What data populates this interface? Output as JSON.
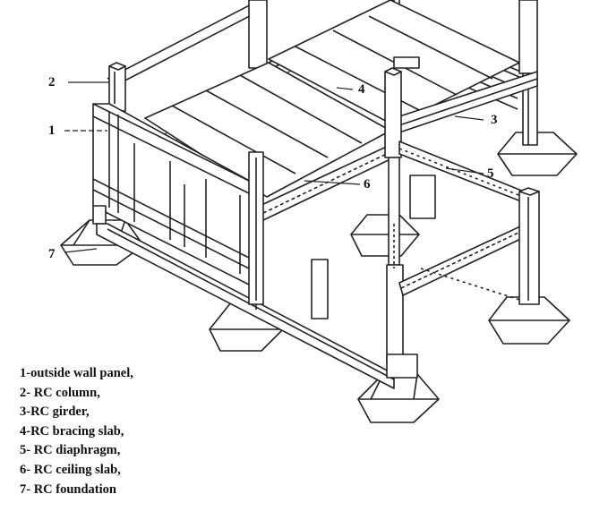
{
  "callouts": [
    {
      "num": "1"
    },
    {
      "num": "2"
    },
    {
      "num": "3"
    },
    {
      "num": "4"
    },
    {
      "num": "5"
    },
    {
      "num": "6"
    },
    {
      "num": "7"
    }
  ],
  "legend": [
    {
      "text": "1-outside  wall panel,"
    },
    {
      "text": "2- RC column,"
    },
    {
      "text": "3-RC girder,"
    },
    {
      "text": "4-RC bracing slab,"
    },
    {
      "text": "5- RC diaphragm,"
    },
    {
      "text": "6- RC ceiling slab,"
    },
    {
      "text": "7- RC foundation"
    }
  ]
}
